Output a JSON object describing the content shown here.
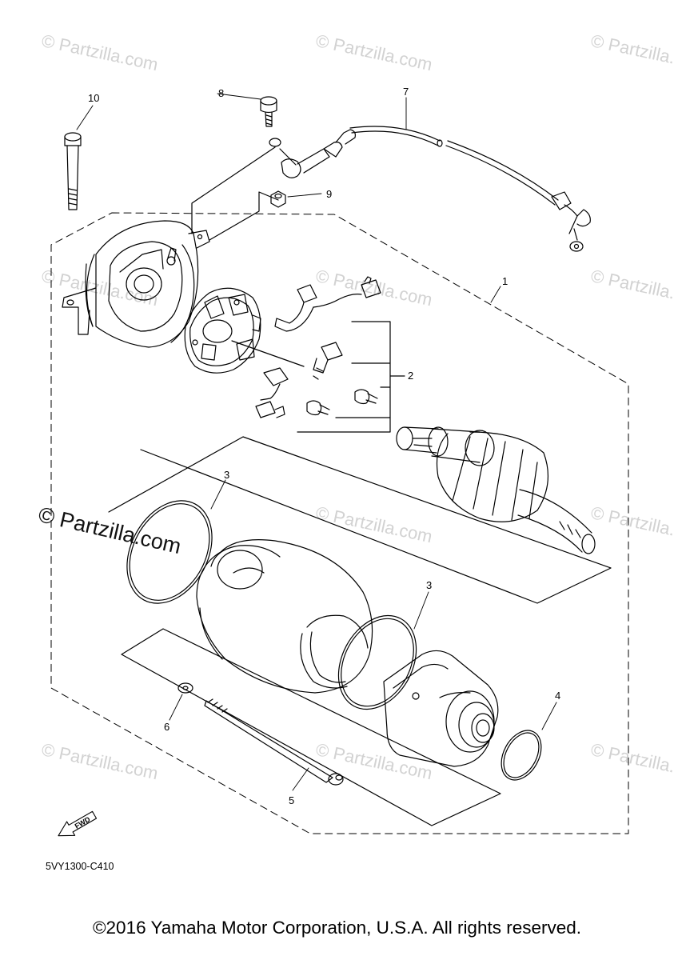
{
  "callouts": {
    "c1": "1",
    "c2": "2",
    "c3a": "3",
    "c3b": "3",
    "c4": "4",
    "c5": "5",
    "c6": "6",
    "c7": "7",
    "c8": "8",
    "c9": "9",
    "c10": "10"
  },
  "fwd_label": "FWD",
  "diagram_code": "5VY1300-C410",
  "copyright": "©2016 Yamaha Motor Corporation, U.S.A. All rights reserved.",
  "watermark": {
    "text": "© Partzilla.com",
    "main_text": "© Partzilla.com"
  },
  "colors": {
    "line": "#000000",
    "watermark": "#d2d2d2"
  }
}
